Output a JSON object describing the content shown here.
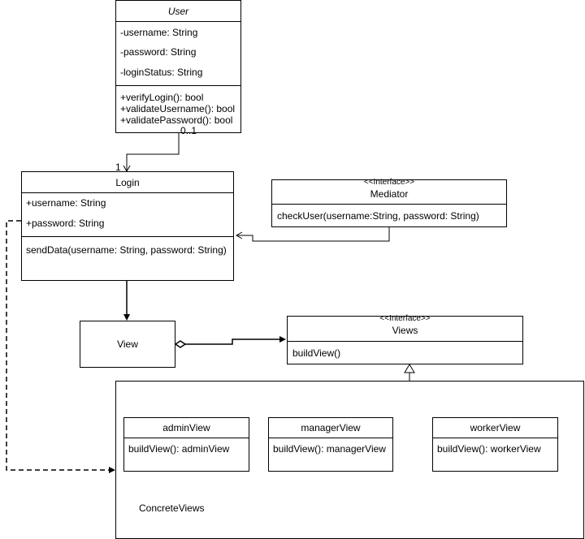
{
  "user": {
    "name": "User",
    "attributes": [
      "-username: String",
      "-password: String",
      "-loginStatus: String"
    ],
    "methods": [
      "+verifyLogin(): bool",
      "+validateUsername(): bool",
      "+validatePassword(): bool"
    ]
  },
  "association": {
    "user_multiplicity": "0..1",
    "login_multiplicity": "1"
  },
  "login": {
    "name": "Login",
    "attributes": [
      "+username: String",
      "+password: String"
    ],
    "methods": [
      "sendData(username: String, password: String)"
    ]
  },
  "mediator": {
    "stereotype": "<<Interface>>",
    "name": "Mediator",
    "methods": [
      "checkUser(username:String, password: String)"
    ]
  },
  "view": {
    "name": "View"
  },
  "views": {
    "stereotype": "<<Interface>>",
    "name": "Views",
    "methods": [
      "buildView()"
    ]
  },
  "concrete_views": {
    "label": "ConcreteViews",
    "classes": [
      {
        "name": "adminView",
        "method": "buildView(): adminView"
      },
      {
        "name": "managerView",
        "method": "buildView(): managerView"
      },
      {
        "name": "workerView",
        "method": "buildView(): workerView"
      }
    ]
  }
}
